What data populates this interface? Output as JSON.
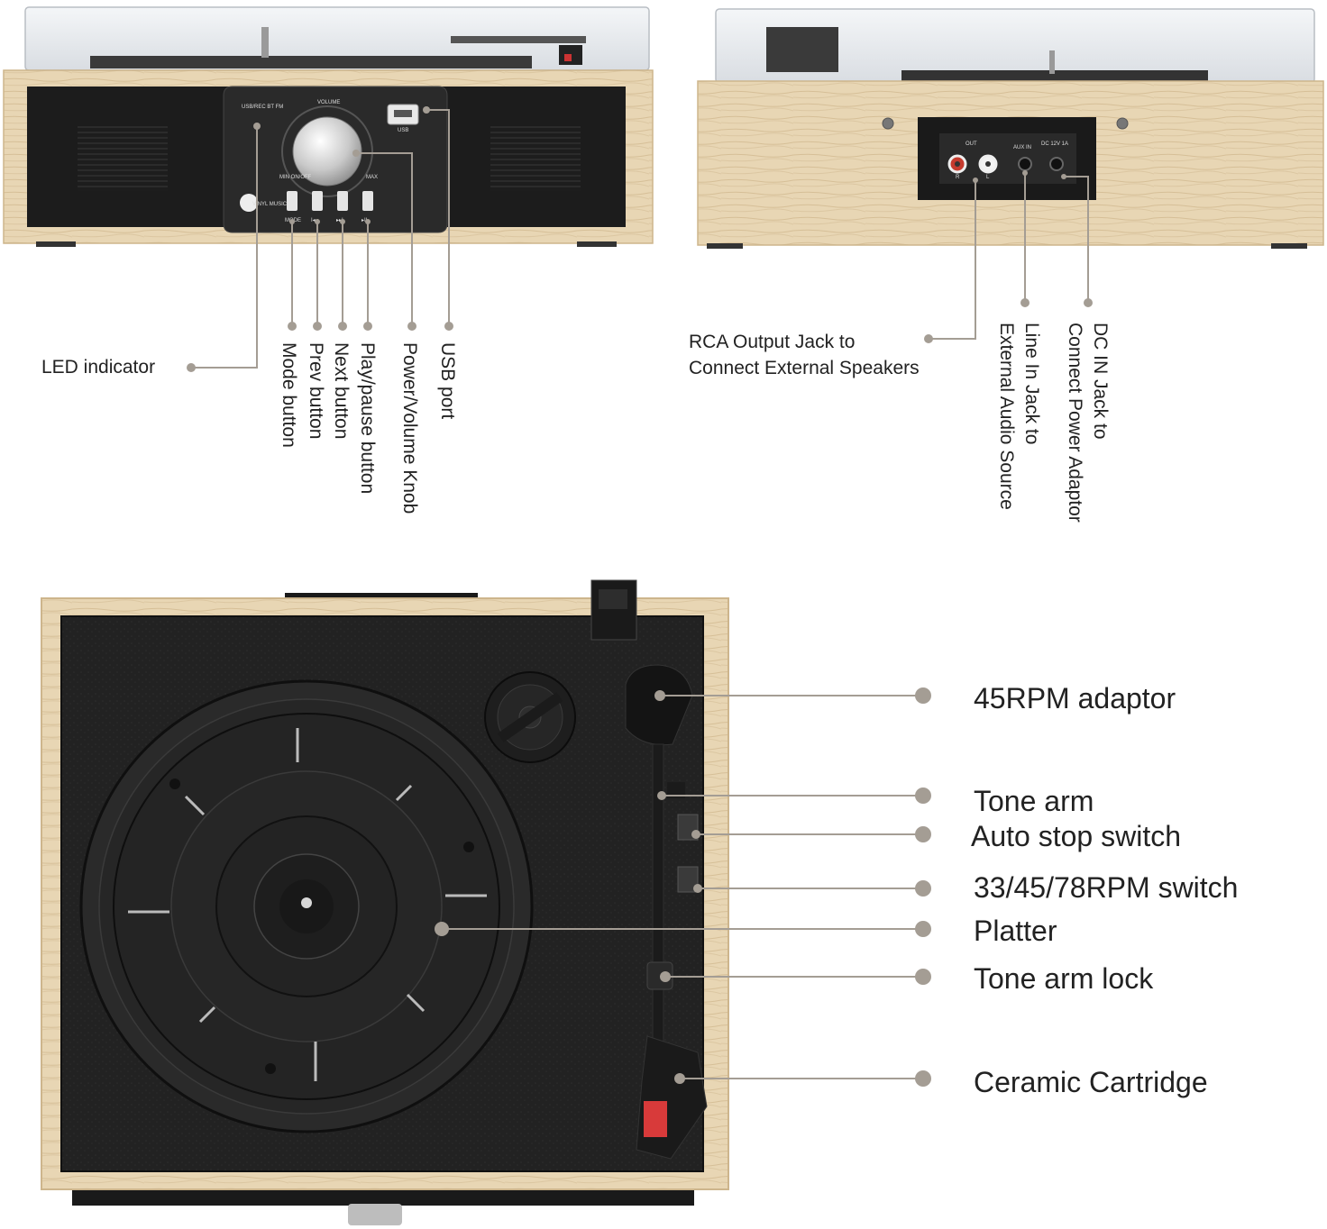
{
  "front_panel": {
    "brand_logo": "VINYL MUSIC ON",
    "volume_label": "VOLUME",
    "min_label": "MIN ON/OFF",
    "max_label": "MAX",
    "usb_label": "USB",
    "led_modes": "USB/REC BT FM",
    "button_labels": [
      "MODE",
      "I◂◂",
      "▸▸I",
      "▸II"
    ]
  },
  "back_panel": {
    "out_label": "OUT",
    "aux_label": "AUX IN",
    "dc_label": "DC 12V 1A",
    "r_label": "R",
    "l_label": "L"
  },
  "callouts_front": {
    "led_indicator": "LED indicator",
    "mode_button": "Mode button",
    "prev_button": "Prev button",
    "next_button": "Next button",
    "play_pause_button": "Play/pause button",
    "power_volume_knob": "Power/Volume Knob",
    "usb_port": "USB port"
  },
  "callouts_back": {
    "rca_line1": "RCA Output Jack to",
    "rca_line2": "Connect External Speakers",
    "line_in_line1": "Line In Jack to",
    "line_in_line2": "External Audio Source",
    "dc_in_line1": "DC IN Jack to",
    "dc_in_line2": "Connect Power Adaptor"
  },
  "callouts_top": {
    "adaptor_45rpm": "45RPM adaptor",
    "tone_arm": "Tone arm",
    "auto_stop_switch": "Auto stop switch",
    "speed_switch": "33/45/78RPM switch",
    "platter": "Platter",
    "tone_arm_lock": "Tone arm lock",
    "ceramic_cartridge": "Ceramic Cartridge"
  },
  "colors": {
    "wood": "#e8d6b4",
    "wood_dark": "#cdb58c",
    "panel_black": "#1b1b1b",
    "leader_line": "#a49d94"
  }
}
